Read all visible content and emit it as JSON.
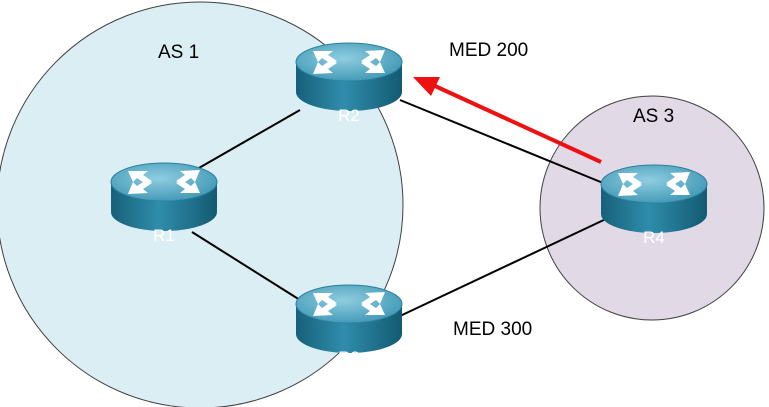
{
  "autonomous_systems": [
    {
      "id": "as1",
      "label": "AS 1",
      "fill": "#daeef3"
    },
    {
      "id": "as3",
      "label": "AS 3",
      "fill": "#e1d9e6"
    }
  ],
  "routers": [
    {
      "id": "r1",
      "label": "R1"
    },
    {
      "id": "r2",
      "label": "R2"
    },
    {
      "id": "r3",
      "label": "R3"
    },
    {
      "id": "r4",
      "label": "R4"
    }
  ],
  "links": [
    {
      "from": "R1",
      "to": "R2"
    },
    {
      "from": "R1",
      "to": "R3"
    },
    {
      "from": "R2",
      "to": "R4"
    },
    {
      "from": "R3",
      "to": "R4"
    }
  ],
  "annotations": {
    "med_top": "MED 200",
    "med_bottom": "MED 300"
  },
  "arrow": {
    "from": "R4",
    "to": "R2",
    "color": "#ee1111"
  },
  "colors": {
    "router_body": "#2a7f9c",
    "router_top": "#6cb4cc",
    "router_arrow": "#ffffff",
    "link": "#000000"
  }
}
